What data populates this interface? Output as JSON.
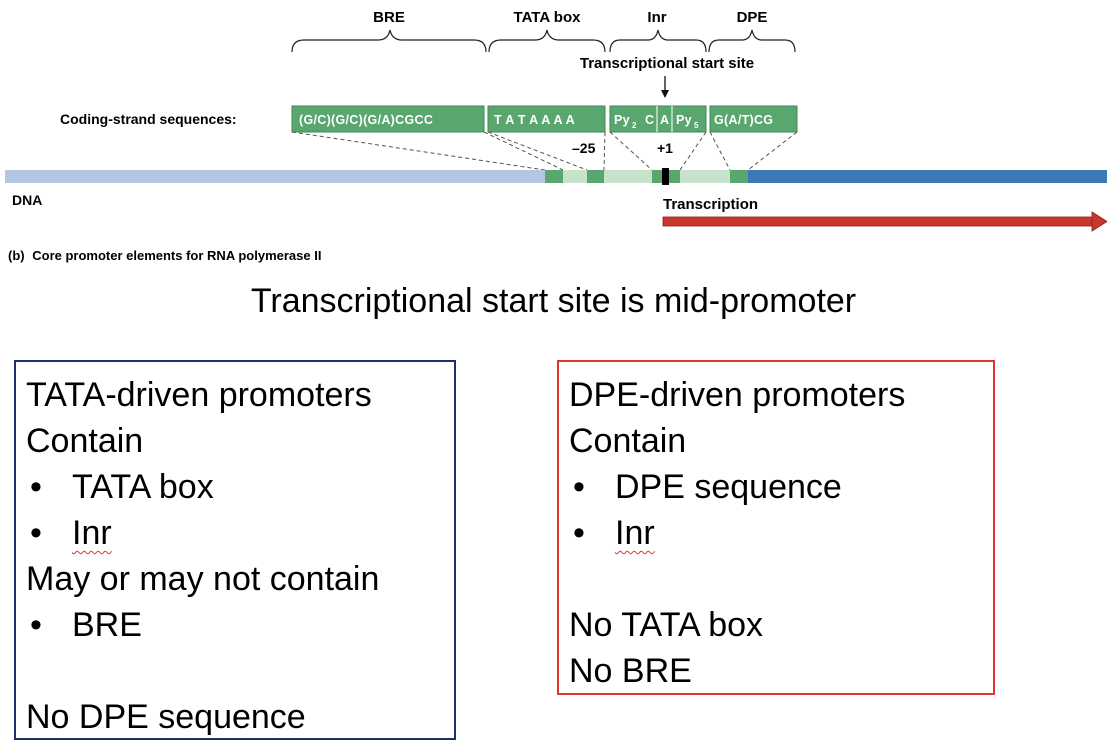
{
  "diagram": {
    "element_labels": {
      "bre": "BRE",
      "tata": "TATA box",
      "inr": "Inr",
      "dpe": "DPE"
    },
    "tss_label": "Transcriptional start site",
    "coding_strand_label": "Coding-strand sequences:",
    "seq_bre": "(G/C)(G/C)(G/A)CGCC",
    "seq_tata": "T A T A A A A",
    "seq_inr_py2": "Py",
    "seq_inr_py2_sub": "2",
    "seq_inr_c": "C",
    "seq_inr_a": "A",
    "seq_inr_py5": "Py",
    "seq_inr_py5_sub": "5",
    "seq_dpe": "G(A/T)CG",
    "pos_minus25": "–25",
    "pos_plus1": "+1",
    "dna_label": "DNA",
    "transcription_label": "Transcription",
    "caption_prefix": "(b)",
    "caption": "Core promoter elements for RNA polymerase II",
    "colors": {
      "green": "#5aa66f",
      "light_green": "#c8e3cc",
      "dna_left": "#b3c6e3",
      "dna_right": "#3a78b8",
      "arrow": "#c8362d"
    }
  },
  "headline": "Transcriptional start site is mid-promoter",
  "tata_panel": {
    "title": "TATA-driven promoters",
    "contain": "Contain",
    "bullet": "•",
    "item1": "TATA box",
    "item2": "Inr",
    "maybe": "May or may not contain",
    "item3": "BRE",
    "no1": "No DPE sequence"
  },
  "dpe_panel": {
    "title": "DPE-driven promoters",
    "contain": "Contain",
    "bullet": "•",
    "item1": "DPE sequence",
    "item2": "Inr",
    "no1": "No TATA box",
    "no2": "No BRE"
  }
}
